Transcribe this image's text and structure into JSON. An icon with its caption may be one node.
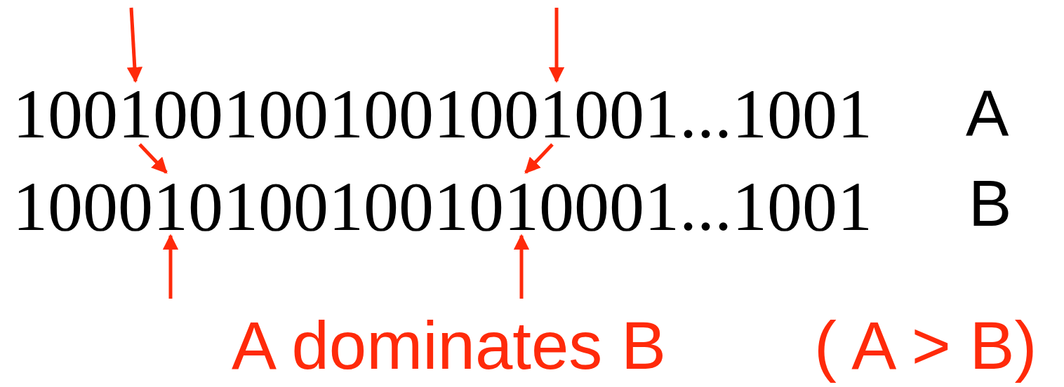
{
  "diagram": {
    "nodes": [
      {
        "text": [
          "1001001001001001001...1001"
        ]
      },
      {
        "text": [
          "A"
        ]
      },
      {
        "text": [
          "1000101001001010001...1001"
        ]
      },
      {
        "text": [
          "B"
        ]
      }
    ],
    "edges": [
      {
        "from": null,
        "to": 0,
        "arrow": "to"
      },
      {
        "from": null,
        "to": 0,
        "arrow": "to"
      },
      {
        "from": 0,
        "to": 2,
        "arrow": "to"
      },
      {
        "from": 0,
        "to": 2,
        "arrow": "to"
      },
      {
        "from": null,
        "to": 2,
        "arrow": "to"
      },
      {
        "from": null,
        "to": 2,
        "arrow": "to"
      }
    ],
    "labels": [
      "A dominates B",
      "( A > B)"
    ]
  }
}
